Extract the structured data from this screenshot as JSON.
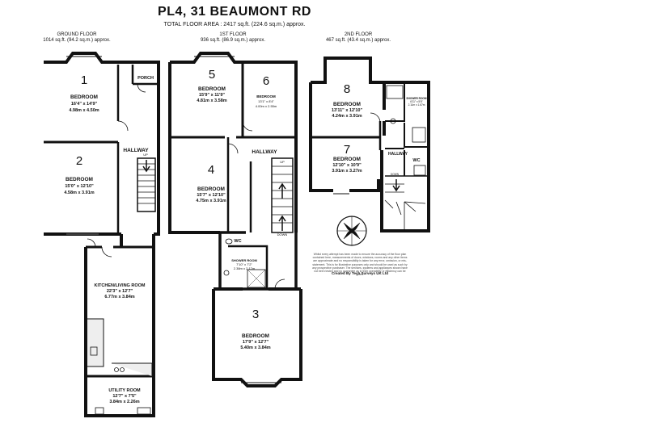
{
  "title": "PL4, 31 BEAUMONT RD",
  "total_area": "TOTAL FLOOR AREA : 2417 sq.ft. (224.6 sq.m.) approx.",
  "floors": {
    "ground": {
      "name": "GROUND FLOOR",
      "area": "1014 sq.ft. (94.2 sq.m.) approx."
    },
    "first": {
      "name": "1ST FLOOR",
      "area": "936 sq.ft. (86.9 sq.m.) approx."
    },
    "second": {
      "name": "2ND FLOOR",
      "area": "467 sq.ft. (43.4 sq.m.) approx."
    }
  },
  "rooms": {
    "r1": {
      "num": "1",
      "name": "BEDROOM",
      "imp": "16'4\" x 14'9\"",
      "met": "4.98m x 4.50m"
    },
    "r2": {
      "num": "2",
      "name": "BEDROOM",
      "imp": "15'0\" x 12'10\"",
      "met": "4.58m x 3.91m"
    },
    "kitchen": {
      "name": "KITCHEN/LIVING ROOM",
      "imp": "22'3\" x 12'7\"",
      "met": "6.77m x 3.84m"
    },
    "utility": {
      "name": "UTILITY ROOM",
      "imp": "12'7\" x 7'5\"",
      "met": "3.84m x 2.26m"
    },
    "r5": {
      "num": "5",
      "name": "BEDROOM",
      "imp": "15'9\" x 11'9\"",
      "met": "4.81m x 3.58m"
    },
    "r6": {
      "num": "6",
      "name": "BEDROOM",
      "imp": "13'1\" x 8'4\"",
      "met": "4.00m x 2.55m"
    },
    "r4": {
      "num": "4",
      "name": "BEDROOM",
      "imp": "15'7\" x 12'10\"",
      "met": "4.75m x 3.91m"
    },
    "r3": {
      "num": "3",
      "name": "BEDROOM",
      "imp": "17'9\" x 12'7\"",
      "met": "5.40m x 3.84m"
    },
    "shower1": {
      "name": "SHOWER ROOM",
      "imp": "7'10\" x 7'2\"",
      "met": "2.38m x 2.17m"
    },
    "r8": {
      "num": "8",
      "name": "BEDROOM",
      "imp": "13'11\" x 12'10\"",
      "met": "4.24m x 3.91m"
    },
    "r7": {
      "num": "7",
      "name": "BEDROOM",
      "imp": "12'10\" x 10'9\"",
      "met": "3.91m x 3.27m"
    },
    "shower2": {
      "name": "SHOWER ROOM",
      "imp": "6'11\" x 5'6\"",
      "met": "2.11m x 1.67m"
    }
  },
  "labels": {
    "porch": "PORCH",
    "hallway": "HALLWAY",
    "wc": "WC",
    "up": "UP",
    "down": "DOWN"
  },
  "disclaimer": "Whilst every attempt has been made to ensure the accuracy of the floor plan contained here, measurements of doors, windows, rooms and any other items are approximate and no responsibility is taken for any error, omission, or mis-statement. This is for illustrative purposes only and should be used as such by any prospective purchaser. The services, systems and appliances shown have not been tested and no guarantee as to their operability or efficiency can be given.",
  "credit": "Created By Tech Surveys UK Ltd"
}
